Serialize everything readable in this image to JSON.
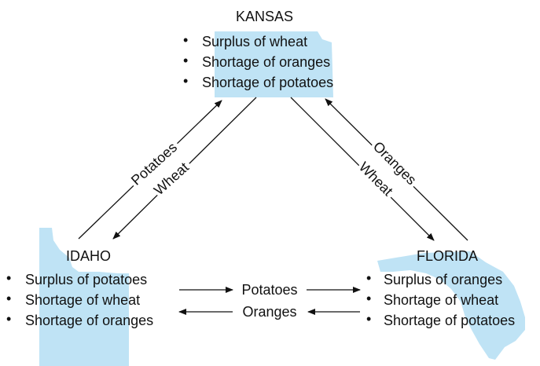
{
  "colors": {
    "state_fill": "#bfe3f5",
    "ink": "#111111",
    "background": "#ffffff"
  },
  "states": {
    "kansas": {
      "name": "KANSAS",
      "bullets": [
        "Surplus of wheat",
        "Shortage of oranges",
        "Shortage of potatoes"
      ]
    },
    "idaho": {
      "name": "IDAHO",
      "bullets": [
        "Surplus of potatoes",
        "Shortage of wheat",
        "Shortage of oranges"
      ]
    },
    "florida": {
      "name": "FLORIDA",
      "bullets": [
        "Surplus of oranges",
        "Shortage of wheat",
        "Shortage of potatoes"
      ]
    }
  },
  "flows": {
    "idaho_to_kansas": "Potatoes",
    "kansas_to_idaho": "Wheat",
    "florida_to_kansas": "Oranges",
    "kansas_to_florida": "Wheat",
    "idaho_to_florida": "Potatoes",
    "florida_to_idaho": "Oranges"
  },
  "bullet_glyph": "•"
}
